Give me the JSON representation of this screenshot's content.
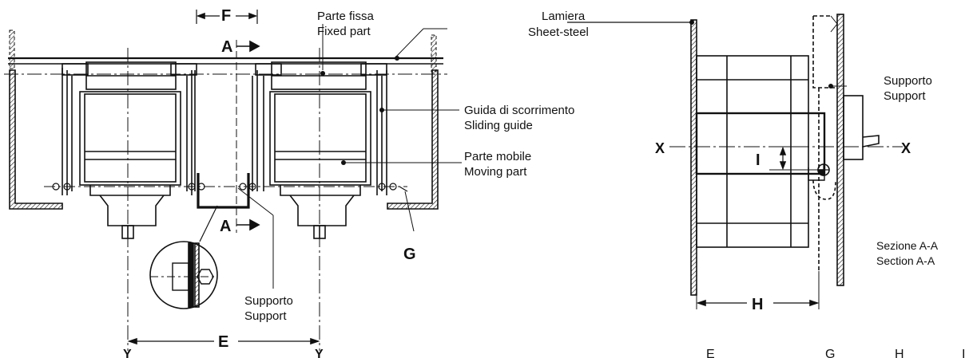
{
  "labels": {
    "fixed_part_it": "Parte fissa",
    "fixed_part_en": "Fixed part",
    "sheet_steel_it": "Lamiera",
    "sheet_steel_en": "Sheet-steel",
    "sliding_guide_it": "Guida di scorrimento",
    "sliding_guide_en": "Sliding guide",
    "moving_part_it": "Parte mobile",
    "moving_part_en": "Moving part",
    "support_right_it": "Supporto",
    "support_right_en": "Support",
    "support_bottom_it": "Supporto",
    "support_bottom_en": "Support",
    "section_it": "Sezione A-A",
    "section_en": "Section A-A"
  },
  "dimensions": {
    "E": "E",
    "F": "F",
    "G": "G",
    "H": "H",
    "I": "I",
    "A_top": "A",
    "A_bottom": "A",
    "X_left": "X",
    "X_right": "X",
    "Y_left": "Y",
    "Y_right": "Y"
  },
  "footer_row": [
    "E",
    "G",
    "H",
    "I"
  ],
  "colors": {
    "ink": "#111111",
    "paper": "#ffffff"
  }
}
